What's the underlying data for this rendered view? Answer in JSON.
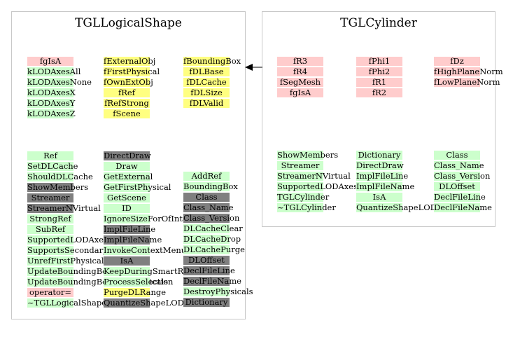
{
  "left": {
    "title": "TGLLogicalShape",
    "members": [
      [
        {
          "t": "fgIsA",
          "c": "p"
        },
        {
          "t": "kLODAxesAll",
          "c": "g"
        },
        {
          "t": "kLODAxesNone",
          "c": "g"
        },
        {
          "t": "kLODAxesX",
          "c": "g"
        },
        {
          "t": "kLODAxesY",
          "c": "g"
        },
        {
          "t": "kLODAxesZ",
          "c": "g"
        }
      ],
      [
        {
          "t": "fExternalObj",
          "c": "y"
        },
        {
          "t": "fFirstPhysical",
          "c": "y"
        },
        {
          "t": "fOwnExtObj",
          "c": "y"
        },
        {
          "t": "fRef",
          "c": "y"
        },
        {
          "t": "fRefStrong",
          "c": "y"
        },
        {
          "t": "fScene",
          "c": "y"
        }
      ],
      [
        {
          "t": "fBoundingBox",
          "c": "y"
        },
        {
          "t": "fDLBase",
          "c": "y"
        },
        {
          "t": "fDLCache",
          "c": "y"
        },
        {
          "t": "fDLSize",
          "c": "y"
        },
        {
          "t": "fDLValid",
          "c": "y"
        }
      ]
    ],
    "methods": [
      [
        {
          "t": "Ref",
          "c": "g"
        },
        {
          "t": "SetDLCache",
          "c": "g"
        },
        {
          "t": "ShouldDLCache",
          "c": "g"
        },
        {
          "t": "ShowMembers",
          "c": "d"
        },
        {
          "t": "Streamer",
          "c": "d"
        },
        {
          "t": "StreamerNVirtual",
          "c": "d"
        },
        {
          "t": "StrongRef",
          "c": "g"
        },
        {
          "t": "SubRef",
          "c": "g"
        },
        {
          "t": "SupportedLODAxes",
          "c": "g"
        },
        {
          "t": "SupportsSecondarySelect",
          "c": "g"
        },
        {
          "t": "UnrefFirstPhysical",
          "c": "g"
        },
        {
          "t": "UpdateBoundingBox",
          "c": "g"
        },
        {
          "t": "UpdateBoundingBoxesOfPhysicals",
          "c": "g"
        },
        {
          "t": "operator=",
          "c": "p"
        },
        {
          "t": "~TGLLogicalShape",
          "c": "g"
        }
      ],
      [
        {
          "t": "DirectDraw",
          "c": "d"
        },
        {
          "t": "Draw",
          "c": "g"
        },
        {
          "t": "GetExternal",
          "c": "g"
        },
        {
          "t": "GetFirstPhysical",
          "c": "g"
        },
        {
          "t": "GetScene",
          "c": "g"
        },
        {
          "t": "ID",
          "c": "g"
        },
        {
          "t": "IgnoreSizeForOfInterest",
          "c": "g"
        },
        {
          "t": "ImplFileLine",
          "c": "d"
        },
        {
          "t": "ImplFileName",
          "c": "d"
        },
        {
          "t": "InvokeContextMenu",
          "c": "g"
        },
        {
          "t": "IsA",
          "c": "d"
        },
        {
          "t": "KeepDuringSmartRefresh",
          "c": "g"
        },
        {
          "t": "ProcessSelection",
          "c": "g"
        },
        {
          "t": "PurgeDLRange",
          "c": "y"
        },
        {
          "t": "QuantizeShapeLOD",
          "c": "d"
        }
      ],
      [
        {
          "t": "AddRef",
          "c": "g"
        },
        {
          "t": "BoundingBox",
          "c": "g"
        },
        {
          "t": "Class",
          "c": "d"
        },
        {
          "t": "Class_Name",
          "c": "d"
        },
        {
          "t": "Class_Version",
          "c": "d"
        },
        {
          "t": "DLCacheClear",
          "c": "g"
        },
        {
          "t": "DLCacheDrop",
          "c": "g"
        },
        {
          "t": "DLCachePurge",
          "c": "g"
        },
        {
          "t": "DLOffset",
          "c": "d"
        },
        {
          "t": "DeclFileLine",
          "c": "d"
        },
        {
          "t": "DeclFileName",
          "c": "d"
        },
        {
          "t": "DestroyPhysicals",
          "c": "g"
        },
        {
          "t": "Dictionary",
          "c": "d"
        }
      ]
    ]
  },
  "right": {
    "title": "TGLCylinder",
    "members": [
      [
        {
          "t": "fR3",
          "c": "p"
        },
        {
          "t": "fR4",
          "c": "p"
        },
        {
          "t": "fSegMesh",
          "c": "p"
        },
        {
          "t": "fgIsA",
          "c": "p"
        }
      ],
      [
        {
          "t": "fPhi1",
          "c": "p"
        },
        {
          "t": "fPhi2",
          "c": "p"
        },
        {
          "t": "fR1",
          "c": "p"
        },
        {
          "t": "fR2",
          "c": "p"
        }
      ],
      [
        {
          "t": "fDz",
          "c": "p"
        },
        {
          "t": "fHighPlaneNorm",
          "c": "p"
        },
        {
          "t": "fLowPlaneNorm",
          "c": "p"
        }
      ]
    ],
    "methods": [
      [
        {
          "t": "ShowMembers",
          "c": "g"
        },
        {
          "t": "Streamer",
          "c": "g"
        },
        {
          "t": "StreamerNVirtual",
          "c": "g"
        },
        {
          "t": "SupportedLODAxes",
          "c": "g"
        },
        {
          "t": "TGLCylinder",
          "c": "g"
        },
        {
          "t": "~TGLCylinder",
          "c": "g"
        }
      ],
      [
        {
          "t": "Dictionary",
          "c": "g"
        },
        {
          "t": "DirectDraw",
          "c": "g"
        },
        {
          "t": "ImplFileLine",
          "c": "g"
        },
        {
          "t": "ImplFileName",
          "c": "g"
        },
        {
          "t": "IsA",
          "c": "g"
        },
        {
          "t": "QuantizeShapeLOD",
          "c": "g"
        }
      ],
      [
        {
          "t": "Class",
          "c": "g"
        },
        {
          "t": "Class_Name",
          "c": "g"
        },
        {
          "t": "Class_Version",
          "c": "g"
        },
        {
          "t": "DLOffset",
          "c": "g"
        },
        {
          "t": "DeclFileLine",
          "c": "g"
        },
        {
          "t": "DeclFileName",
          "c": "g"
        }
      ]
    ]
  }
}
